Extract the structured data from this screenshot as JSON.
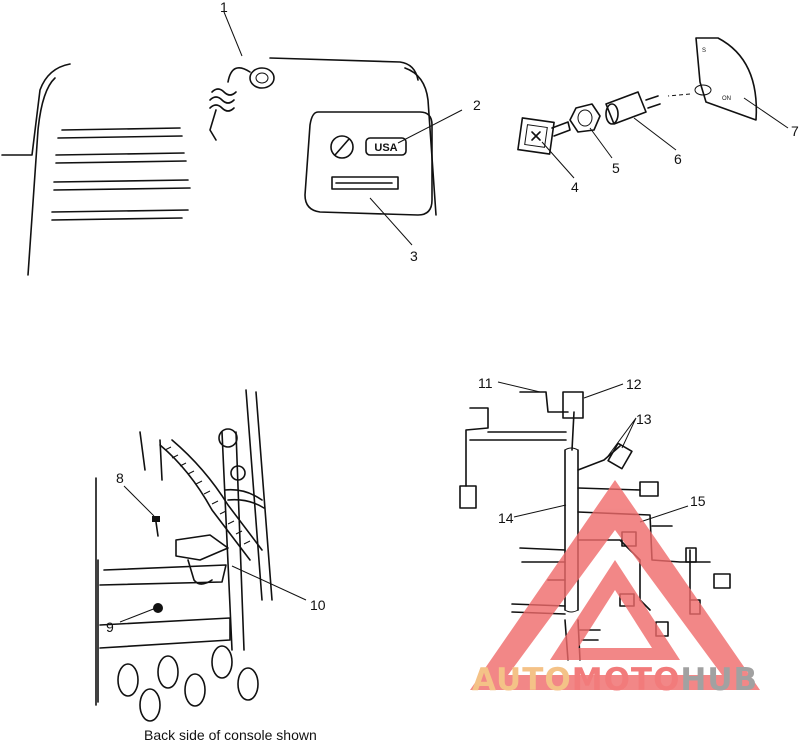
{
  "callouts": [
    "1",
    "2",
    "3",
    "4",
    "5",
    "6",
    "7",
    "8",
    "9",
    "10",
    "11",
    "12",
    "13",
    "14",
    "15"
  ],
  "plate_text": "USA",
  "dial_labels": {
    "top": "S",
    "side": "ON"
  },
  "caption": "Back side of console shown",
  "watermark": {
    "part1": "AUTO",
    "part2": "MOTO",
    "part3": "HUB",
    "colors": {
      "orange": "#f2b46a",
      "red": "#ef5b5b",
      "gray": "#8a8a8a",
      "triangle": "#f06a6a"
    }
  }
}
